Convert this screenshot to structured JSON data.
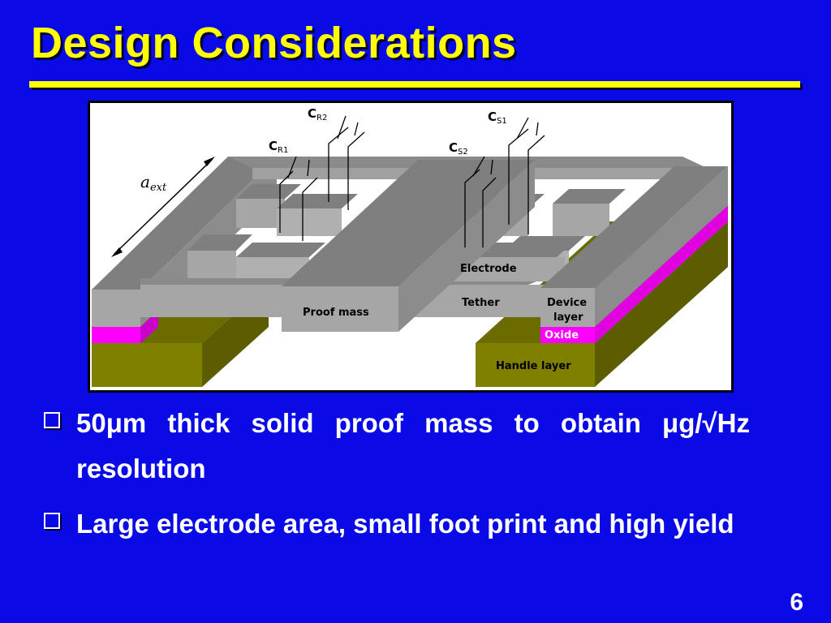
{
  "slide": {
    "title": "Design Considerations",
    "page_number": "6"
  },
  "figure": {
    "labels": {
      "cr2_main": "C",
      "cr2_sub": "R2",
      "cr1_main": "C",
      "cr1_sub": "R1",
      "cs1_main": "C",
      "cs1_sub": "S1",
      "cs2_main": "C",
      "cs2_sub": "S2",
      "aext_main": "a",
      "aext_sub": "ext",
      "electrode": "Electrode",
      "tether": "Tether",
      "proof_mass": "Proof mass",
      "device_layer_1": "Device",
      "device_layer_2": "layer",
      "oxide": "Oxide",
      "handle_layer": "Handle layer"
    },
    "colors": {
      "top_gray": "#7f7f7f",
      "front_gray": "#a6a6a6",
      "side_gray": "#8c8c8c",
      "oxide": "#ff00ff",
      "handle": "#808000",
      "handle_side": "#5c5c00"
    }
  },
  "bullets": [
    {
      "text": "50μm thick solid proof mass to obtain μg/√Hz resolution"
    },
    {
      "text": "Large electrode area, small foot print and high yield"
    }
  ]
}
